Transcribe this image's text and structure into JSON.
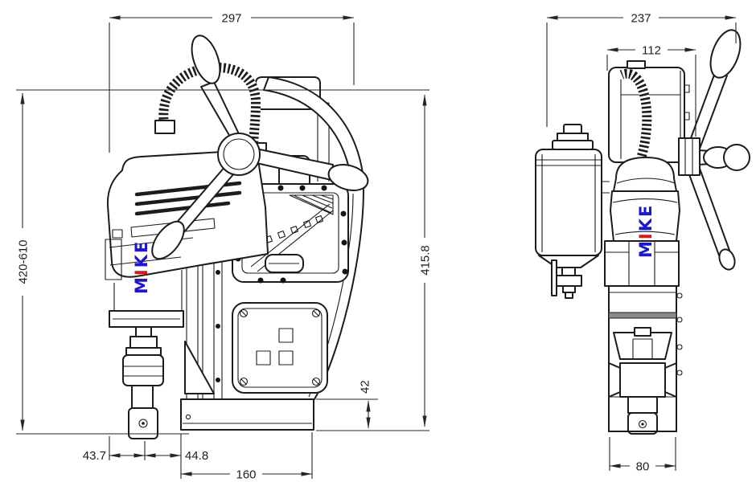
{
  "page": {
    "background": "#ffffff"
  },
  "brand": {
    "name": "MIKE",
    "letters": [
      "M",
      "I",
      "K",
      "E"
    ],
    "letter_colors": [
      "#1a16d8",
      "#e31414",
      "#1a16d8",
      "#1a16d8"
    ]
  },
  "views": {
    "side": {
      "title": "side-view-magnetic-drill",
      "dims": {
        "overall_width": "297",
        "height_range": "420-610",
        "column_height": "415.8",
        "base_height": "42",
        "edge_to_spindle": "43.7",
        "spindle_to_base": "44.8",
        "base_length": "160"
      }
    },
    "front": {
      "title": "front-view-magnetic-drill",
      "dims": {
        "overall_width": "237",
        "body_width": "112",
        "base_width": "80"
      }
    }
  }
}
